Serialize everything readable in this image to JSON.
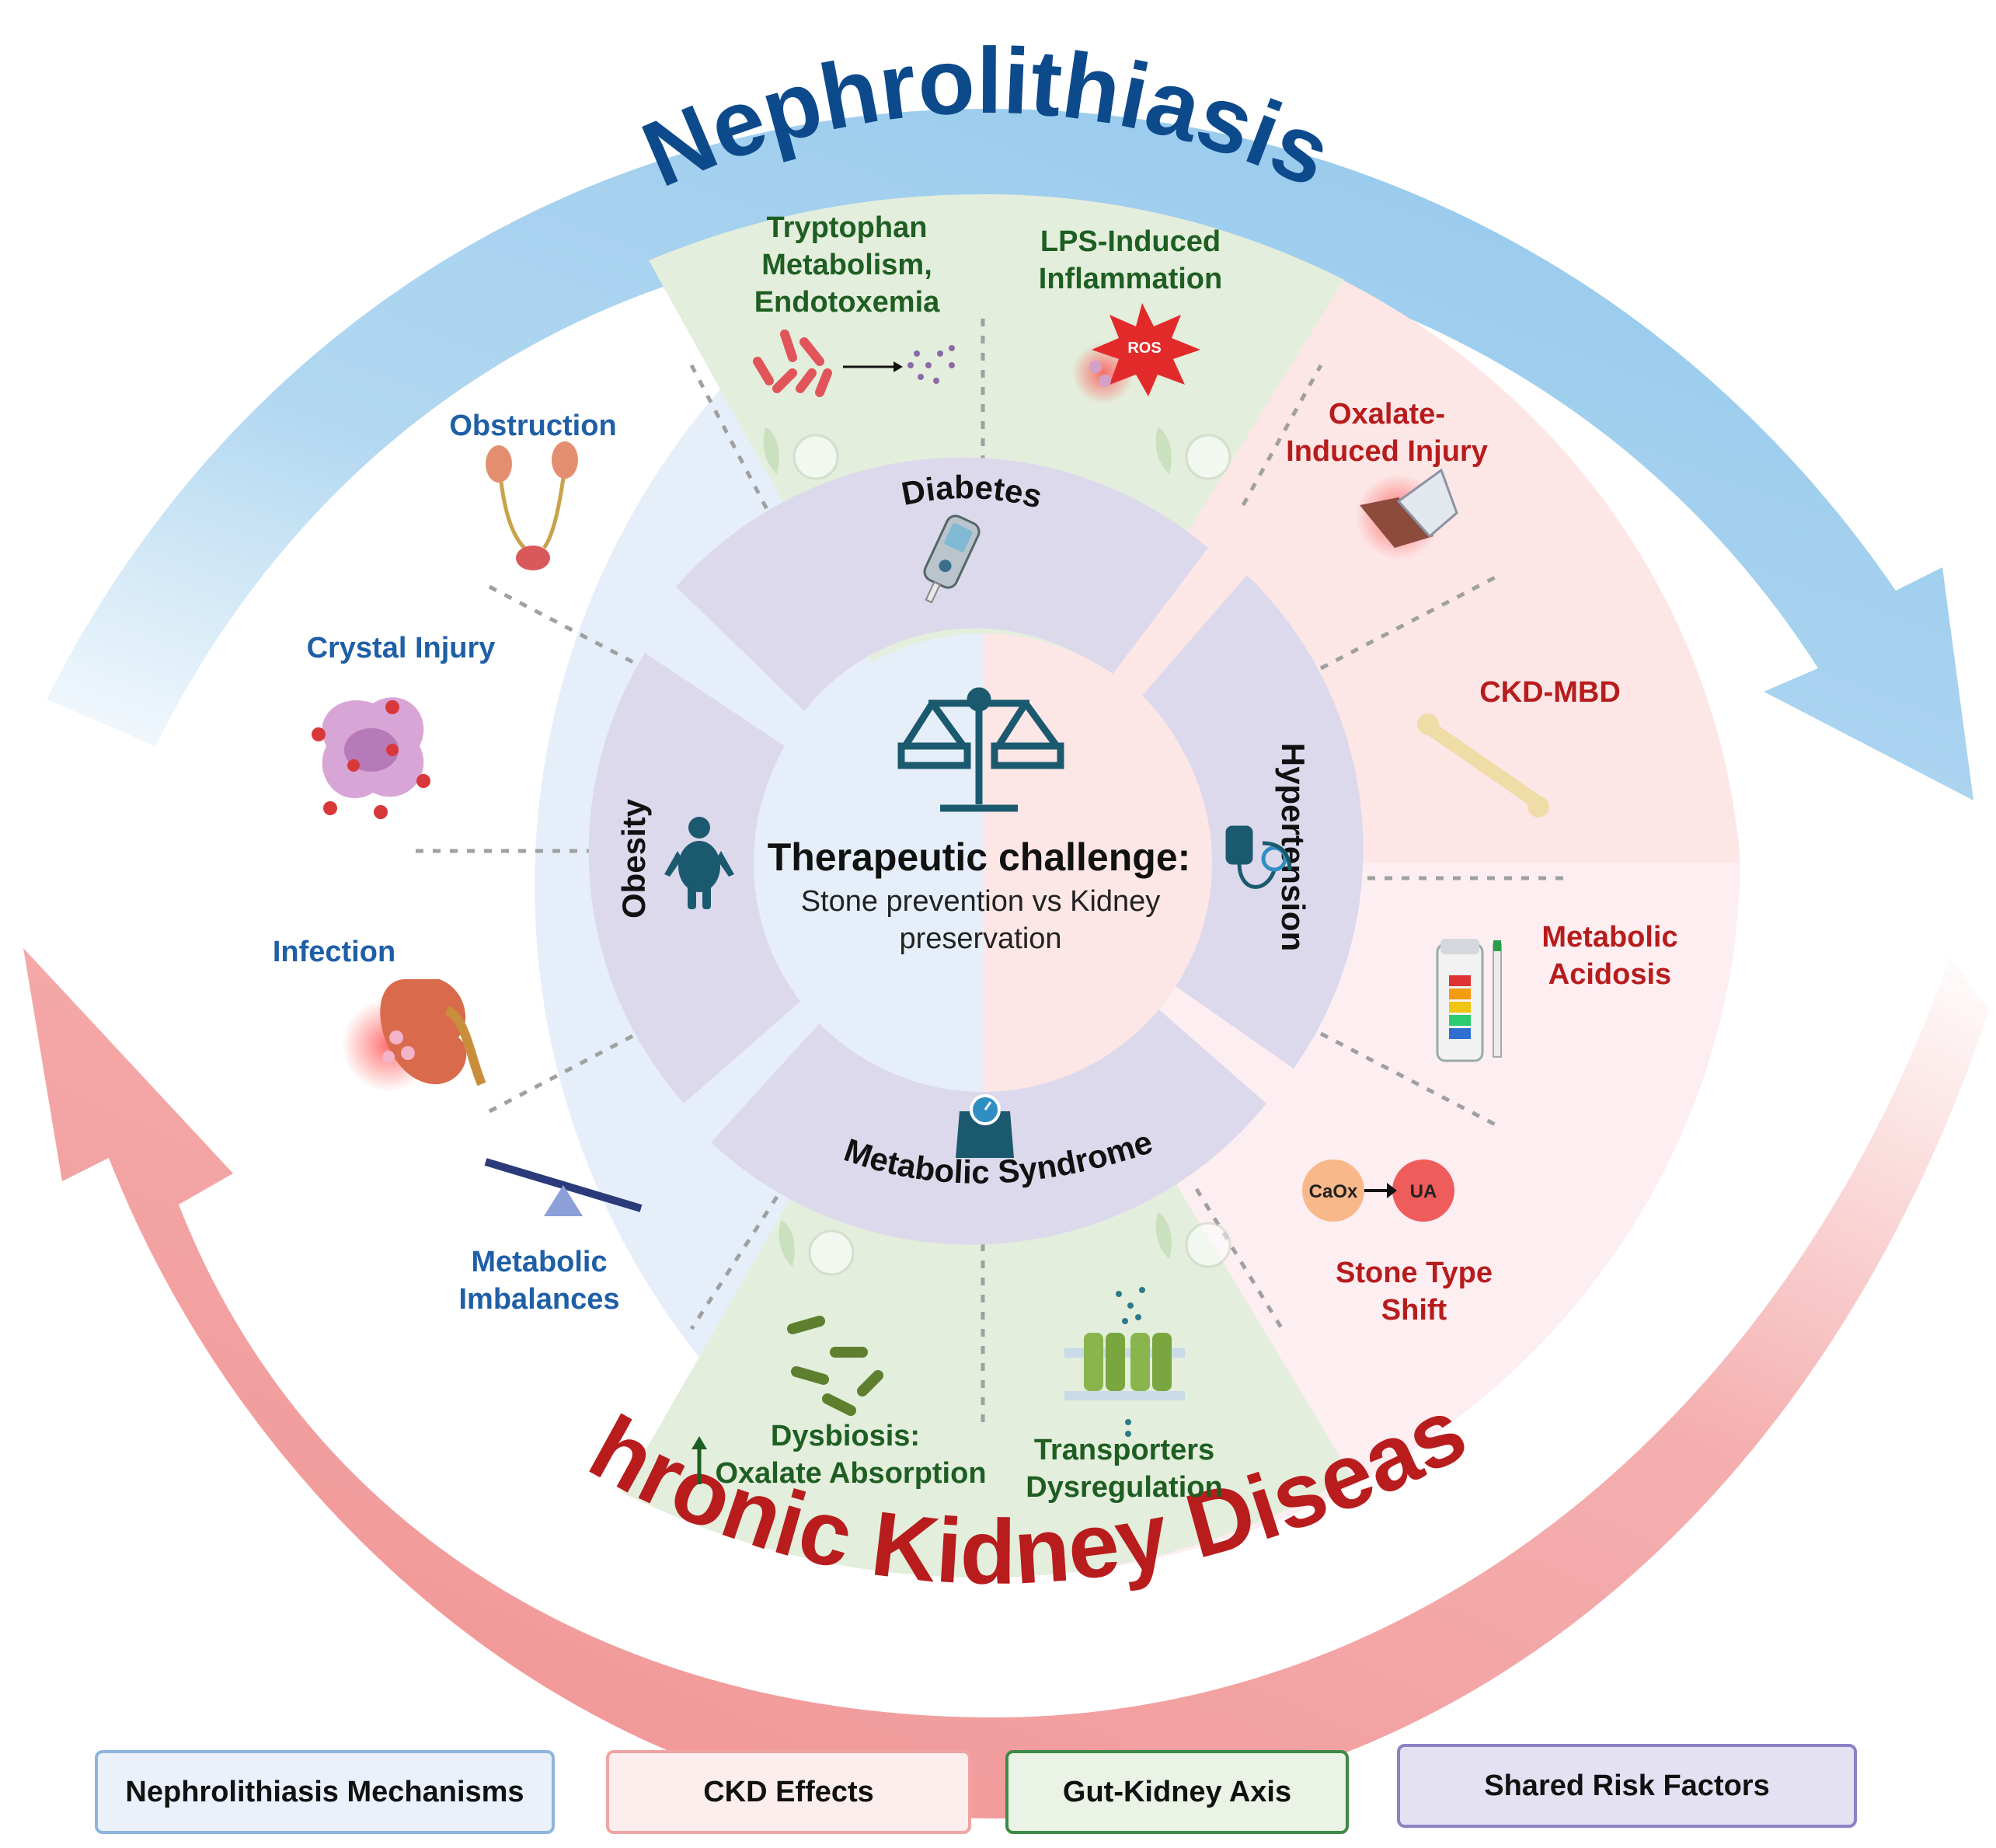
{
  "colors": {
    "blue_text": "#1f5fa6",
    "red_text": "#b71c1c",
    "green_text": "#1e5e22",
    "blue_region": "#e6eff9",
    "red_region": "#fde6e6",
    "pink_region": "#fdeef2",
    "green_region": "#e3eedc",
    "purple_ring": "#ddd9ec",
    "arrow_blue": "#a9d3ef",
    "arrow_red": "#f4a6a6",
    "title_blue": "#0d4a8c",
    "title_red": "#b81c1c",
    "icon_teal": "#1b5a6e"
  },
  "titles": {
    "top": "Nephrolithiasis",
    "bottom": "Chronic Kidney Disease"
  },
  "center": {
    "heading": "Therapeutic challenge:",
    "line1": "Stone prevention vs Kidney",
    "line2": "preservation"
  },
  "ring": {
    "diabetes": "Diabetes",
    "hypertension": "Hypertension",
    "metabolic_syndrome": "Metabolic Syndrome",
    "obesity": "Obesity"
  },
  "blue_segments": {
    "obstruction": "Obstruction",
    "crystal_injury": "Crystal Injury",
    "infection": "Infection",
    "metabolic_imbalances_1": "Metabolic",
    "metabolic_imbalances_2": "Imbalances"
  },
  "red_segments": {
    "oxalate_1": "Oxalate-",
    "oxalate_2": "Induced Injury",
    "ckd_mbd": "CKD-MBD",
    "acidosis_1": "Metabolic",
    "acidosis_2": "Acidosis",
    "stone_shift_1": "Stone Type",
    "stone_shift_2": "Shift",
    "caox": "CaOx",
    "ua": "UA"
  },
  "green_segments": {
    "tryptophan_1": "Tryptophan",
    "tryptophan_2": "Metabolism,",
    "tryptophan_3": "Endotoxemia",
    "lps_1": "LPS-Induced",
    "lps_2": "Inflammation",
    "ros": "ROS",
    "dysbiosis_1": "Dysbiosis:",
    "dysbiosis_2": "Oxalate Absorption",
    "transporters_1": "Transporters",
    "transporters_2": "Dysregulation"
  },
  "legend": [
    {
      "label": "Nephrolithiasis Mechanisms",
      "bg": "#eaf1fa",
      "border": "#8fb4dd"
    },
    {
      "label": "CKD Effects",
      "bg": "#fdeeee",
      "border": "#f0a3a3"
    },
    {
      "label": "Gut-Kidney Axis",
      "bg": "#eaf3e6",
      "border": "#3f8a47"
    },
    {
      "label": "Shared Risk Factors",
      "bg": "#e4e1f2",
      "border": "#8b83c4"
    }
  ]
}
